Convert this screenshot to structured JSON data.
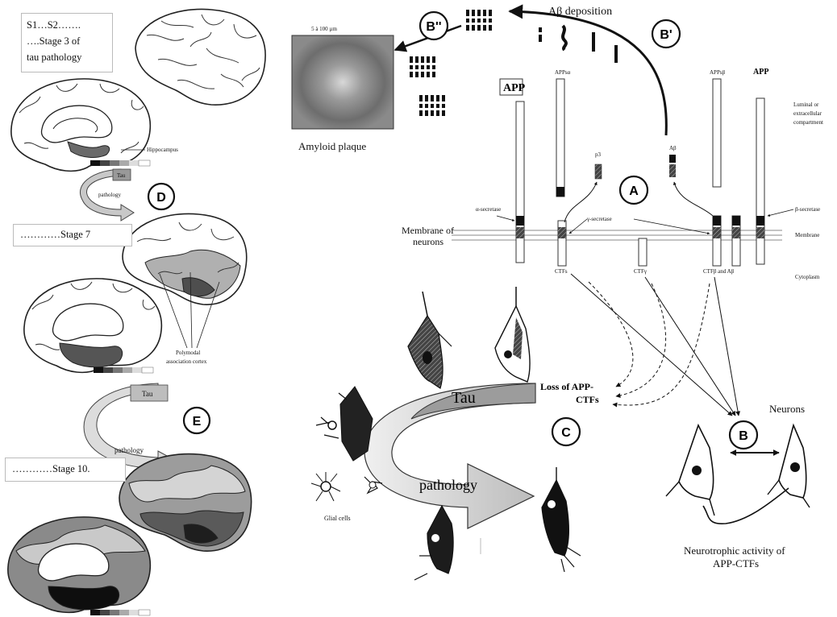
{
  "stages": {
    "stage3": [
      "S1…S2…….",
      "….Stage 3 of",
      "tau pathology"
    ],
    "stage7": "…………Stage 7",
    "stage10": "…………Stage 10."
  },
  "brain_labels": {
    "hippocampus": "Hippocampus",
    "polymodal": [
      "Polymodal",
      "association cortex"
    ]
  },
  "tau_pathology_arrows": {
    "d": {
      "top": "Tau",
      "bottom": "pathology"
    },
    "e": {
      "top": "Tau",
      "bottom": "pathology"
    },
    "c": {
      "top": "Tau",
      "bottom": "pathology"
    }
  },
  "circles": {
    "a": "A",
    "b": "B",
    "b_prime": "B'",
    "b_double": "B''",
    "c": "C",
    "d": "D",
    "e": "E"
  },
  "plaque": {
    "scale": "5 à 100 µm",
    "caption": "Amyloid plaque"
  },
  "membrane": {
    "abeta_deposition": "Aβ deposition",
    "app_left": "APP",
    "app_right": "APP",
    "app_alpha": "APPsα",
    "app_beta": "APPsβ",
    "p3": "p3",
    "abeta": "Aβ",
    "alpha_secretase": "α-secretase",
    "gamma_secretase": "γ-secretase",
    "beta_secretase": "β-secretase",
    "membrane_of_neurons": [
      "Membrane of",
      "neurons"
    ],
    "ctfs": "CTFs",
    "ctfg": "CTFγ",
    "ctfb_ab": "CTFβ and Aβ",
    "compartments": {
      "luminal": [
        "Luminal or",
        "extracellular",
        "compartment"
      ],
      "membrane": "Membrane",
      "cytoplasm": "Cytoplasm"
    }
  },
  "bottom": {
    "loss": [
      "Loss of APP-",
      "CTFs"
    ],
    "glial": "Glial cells",
    "neurons": "Neurons",
    "neurotrophic": [
      "Neurotrophic activity of",
      "APP-CTFs"
    ]
  }
}
